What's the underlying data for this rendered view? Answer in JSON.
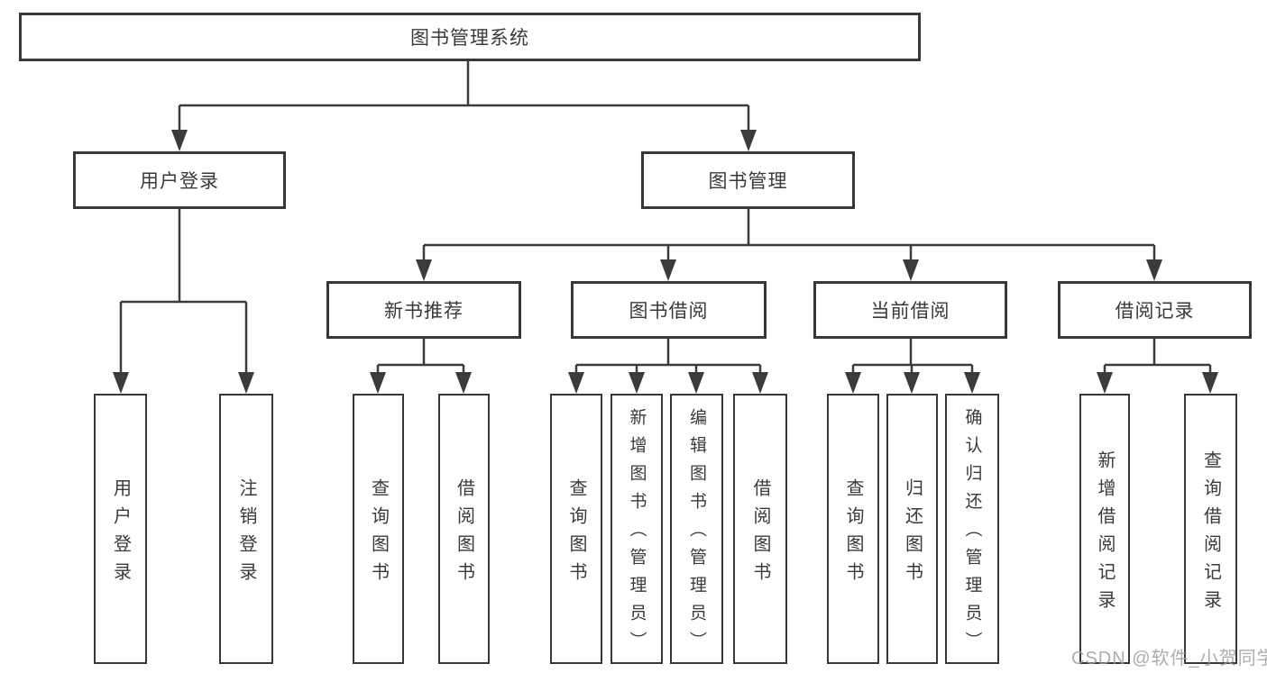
{
  "diagram_type": "hierarchy-tree",
  "tree": {
    "root": "图书管理系统",
    "children": [
      {
        "label": "用户登录",
        "children": [
          {
            "label": "用户登录"
          },
          {
            "label": "注销登录"
          }
        ]
      },
      {
        "label": "图书管理",
        "children": [
          {
            "label": "新书推荐",
            "children": [
              {
                "label": "查询图书"
              },
              {
                "label": "借阅图书"
              }
            ]
          },
          {
            "label": "图书借阅",
            "children": [
              {
                "label": "查询图书"
              },
              {
                "label": "新增图书（管理员）"
              },
              {
                "label": "编辑图书（管理员）"
              },
              {
                "label": "借阅图书"
              }
            ]
          },
          {
            "label": "当前借阅",
            "children": [
              {
                "label": "查询图书"
              },
              {
                "label": "归还图书"
              },
              {
                "label": "确认归还（管理员）"
              }
            ]
          },
          {
            "label": "借阅记录",
            "children": [
              {
                "label": "新增借阅记录"
              },
              {
                "label": "查询借阅记录"
              }
            ]
          }
        ]
      }
    ]
  },
  "watermark": {
    "text": "CSDN @软件_小贺同学"
  },
  "colors": {
    "background": "#ffffff",
    "line": "#3b3b3b",
    "box_border": "#383838",
    "text": "#3a3a3a",
    "watermark_text": "#9e9e9e"
  }
}
